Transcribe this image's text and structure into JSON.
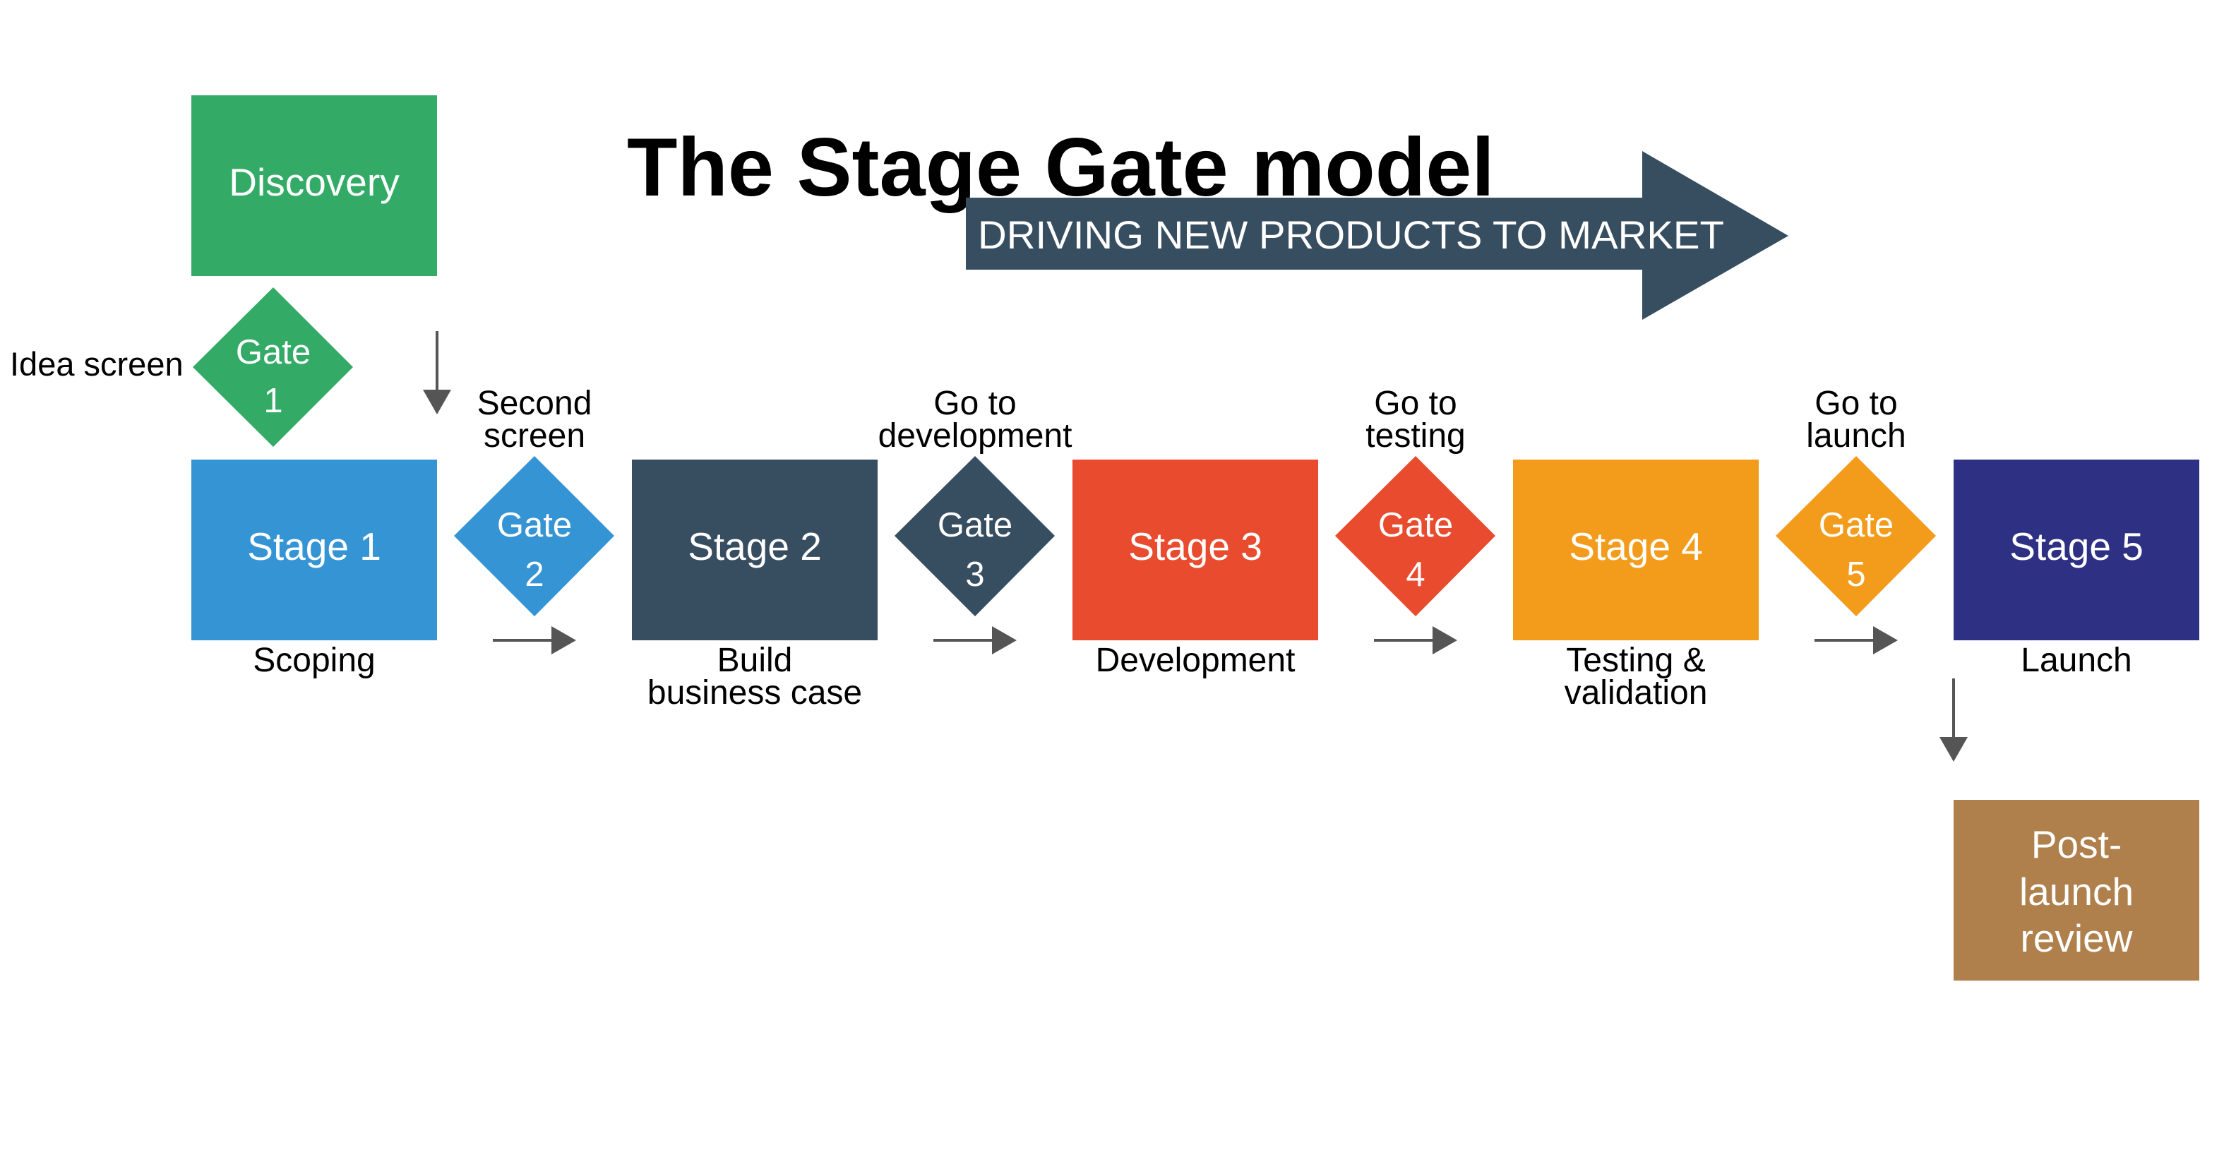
{
  "title": "The Stage Gate model",
  "banner": {
    "text": "DRIVING NEW PRODUCTS TO MARKET",
    "color": "#374D60"
  },
  "discovery": {
    "label": "Discovery",
    "color": "#33AB66"
  },
  "gates": [
    {
      "line1": "Gate",
      "line2": "1",
      "label": [
        "Idea screen"
      ],
      "color": "#33AB66"
    },
    {
      "line1": "Gate",
      "line2": "2",
      "label": [
        "Second",
        "screen"
      ],
      "color": "#3594D3"
    },
    {
      "line1": "Gate",
      "line2": "3",
      "label": [
        "Go to",
        "development"
      ],
      "color": "#374D60"
    },
    {
      "line1": "Gate",
      "line2": "4",
      "label": [
        "Go to",
        "testing"
      ],
      "color": "#E84B2E"
    },
    {
      "line1": "Gate",
      "line2": "5",
      "label": [
        "Go to",
        "launch"
      ],
      "color": "#F39C1C"
    }
  ],
  "stages": [
    {
      "label": "Stage 1",
      "caption": [
        "Scoping"
      ],
      "color": "#3594D3"
    },
    {
      "label": "Stage 2",
      "caption": [
        "Build",
        "business case"
      ],
      "color": "#374D60"
    },
    {
      "label": "Stage 3",
      "caption": [
        "Development"
      ],
      "color": "#E84B2E"
    },
    {
      "label": "Stage 4",
      "caption": [
        "Testing &",
        "validation"
      ],
      "color": "#F39C1C"
    },
    {
      "label": "Stage 5",
      "caption": [
        "Launch"
      ],
      "color": "#2E3083"
    }
  ],
  "post_launch": {
    "lines": [
      "Post-",
      "launch",
      "review"
    ],
    "color": "#AF7F4C"
  },
  "arrow_color": "#555555"
}
